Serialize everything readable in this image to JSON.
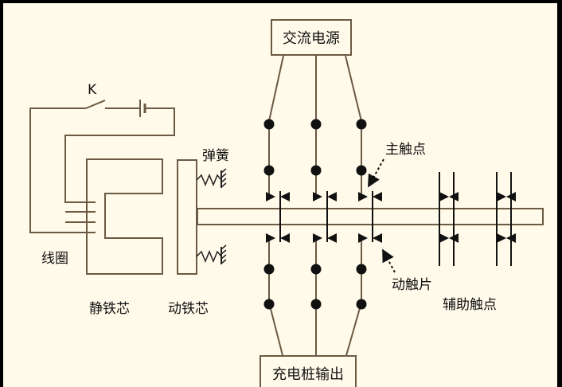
{
  "labels": {
    "ac_power": "交流电源",
    "charger_output": "充电桩输出",
    "switch_k": "K",
    "coil": "线圈",
    "spring": "弹簧",
    "static_core": "静铁芯",
    "moving_core": "动铁芯",
    "main_contact": "主触点",
    "moving_contact": "动触片",
    "aux_contact": "辅助触点"
  },
  "colors": {
    "background": "#fffaea",
    "frame": "#000000",
    "stroke": "#6b5a44",
    "ink": "#111111"
  }
}
